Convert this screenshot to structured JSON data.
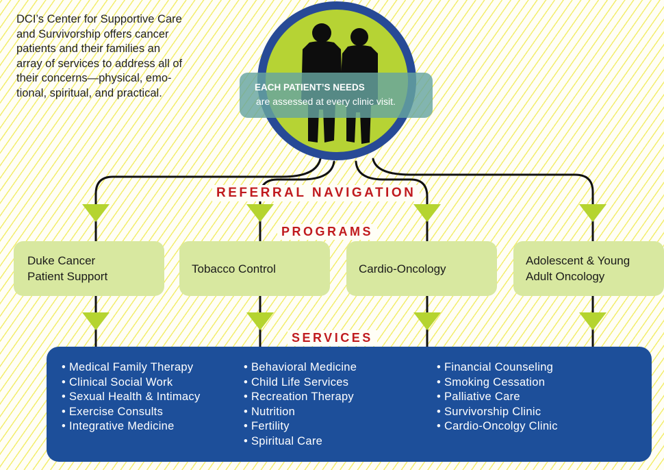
{
  "intro_lines": [
    "DCI’s Center for Supportive Care",
    "and Survivorship offers cancer",
    "patients and their families an",
    "array of services to address all of",
    "their concerns—physical, emo-",
    "tional, spiritual, and practical."
  ],
  "needs": {
    "title": "EACH PATIENT’S NEEDS",
    "subtitle": "are assessed at every clinic visit."
  },
  "referral_label": "REFERRAL NAVIGATION",
  "programs_label": "PROGRAMS",
  "programs": [
    {
      "line1": "Duke Cancer",
      "line2": "Patient Support"
    },
    {
      "line1": "Tobacco Control",
      "line2": ""
    },
    {
      "line1": "Cardio-Oncology",
      "line2": ""
    },
    {
      "line1": "Adolescent & Young",
      "line2": "Adult Oncology"
    }
  ],
  "services_label": "SERVICES",
  "services": [
    [
      "Medical Family Therapy",
      "Clinical Social Work",
      "Sexual Health & Intimacy",
      "Exercise Consults",
      "Integrative Medicine"
    ],
    [
      "Behavioral Medicine",
      "Child Life Services",
      "Recreation Therapy",
      "Nutrition",
      "Fertility",
      "Spiritual Care"
    ],
    [
      "Financial Counseling",
      "Smoking Cessation",
      "Palliative Care",
      "Survivorship Clinic",
      "Cardio-Oncolgy Clinic"
    ]
  ],
  "colors": {
    "circle_fill": "#b6d334",
    "circle_ring": "#274a96",
    "label_red": "#c01a1e",
    "program_fill": "#d8e8a0",
    "services_fill": "#1d4f9a",
    "arrow_green": "#b5d430"
  }
}
